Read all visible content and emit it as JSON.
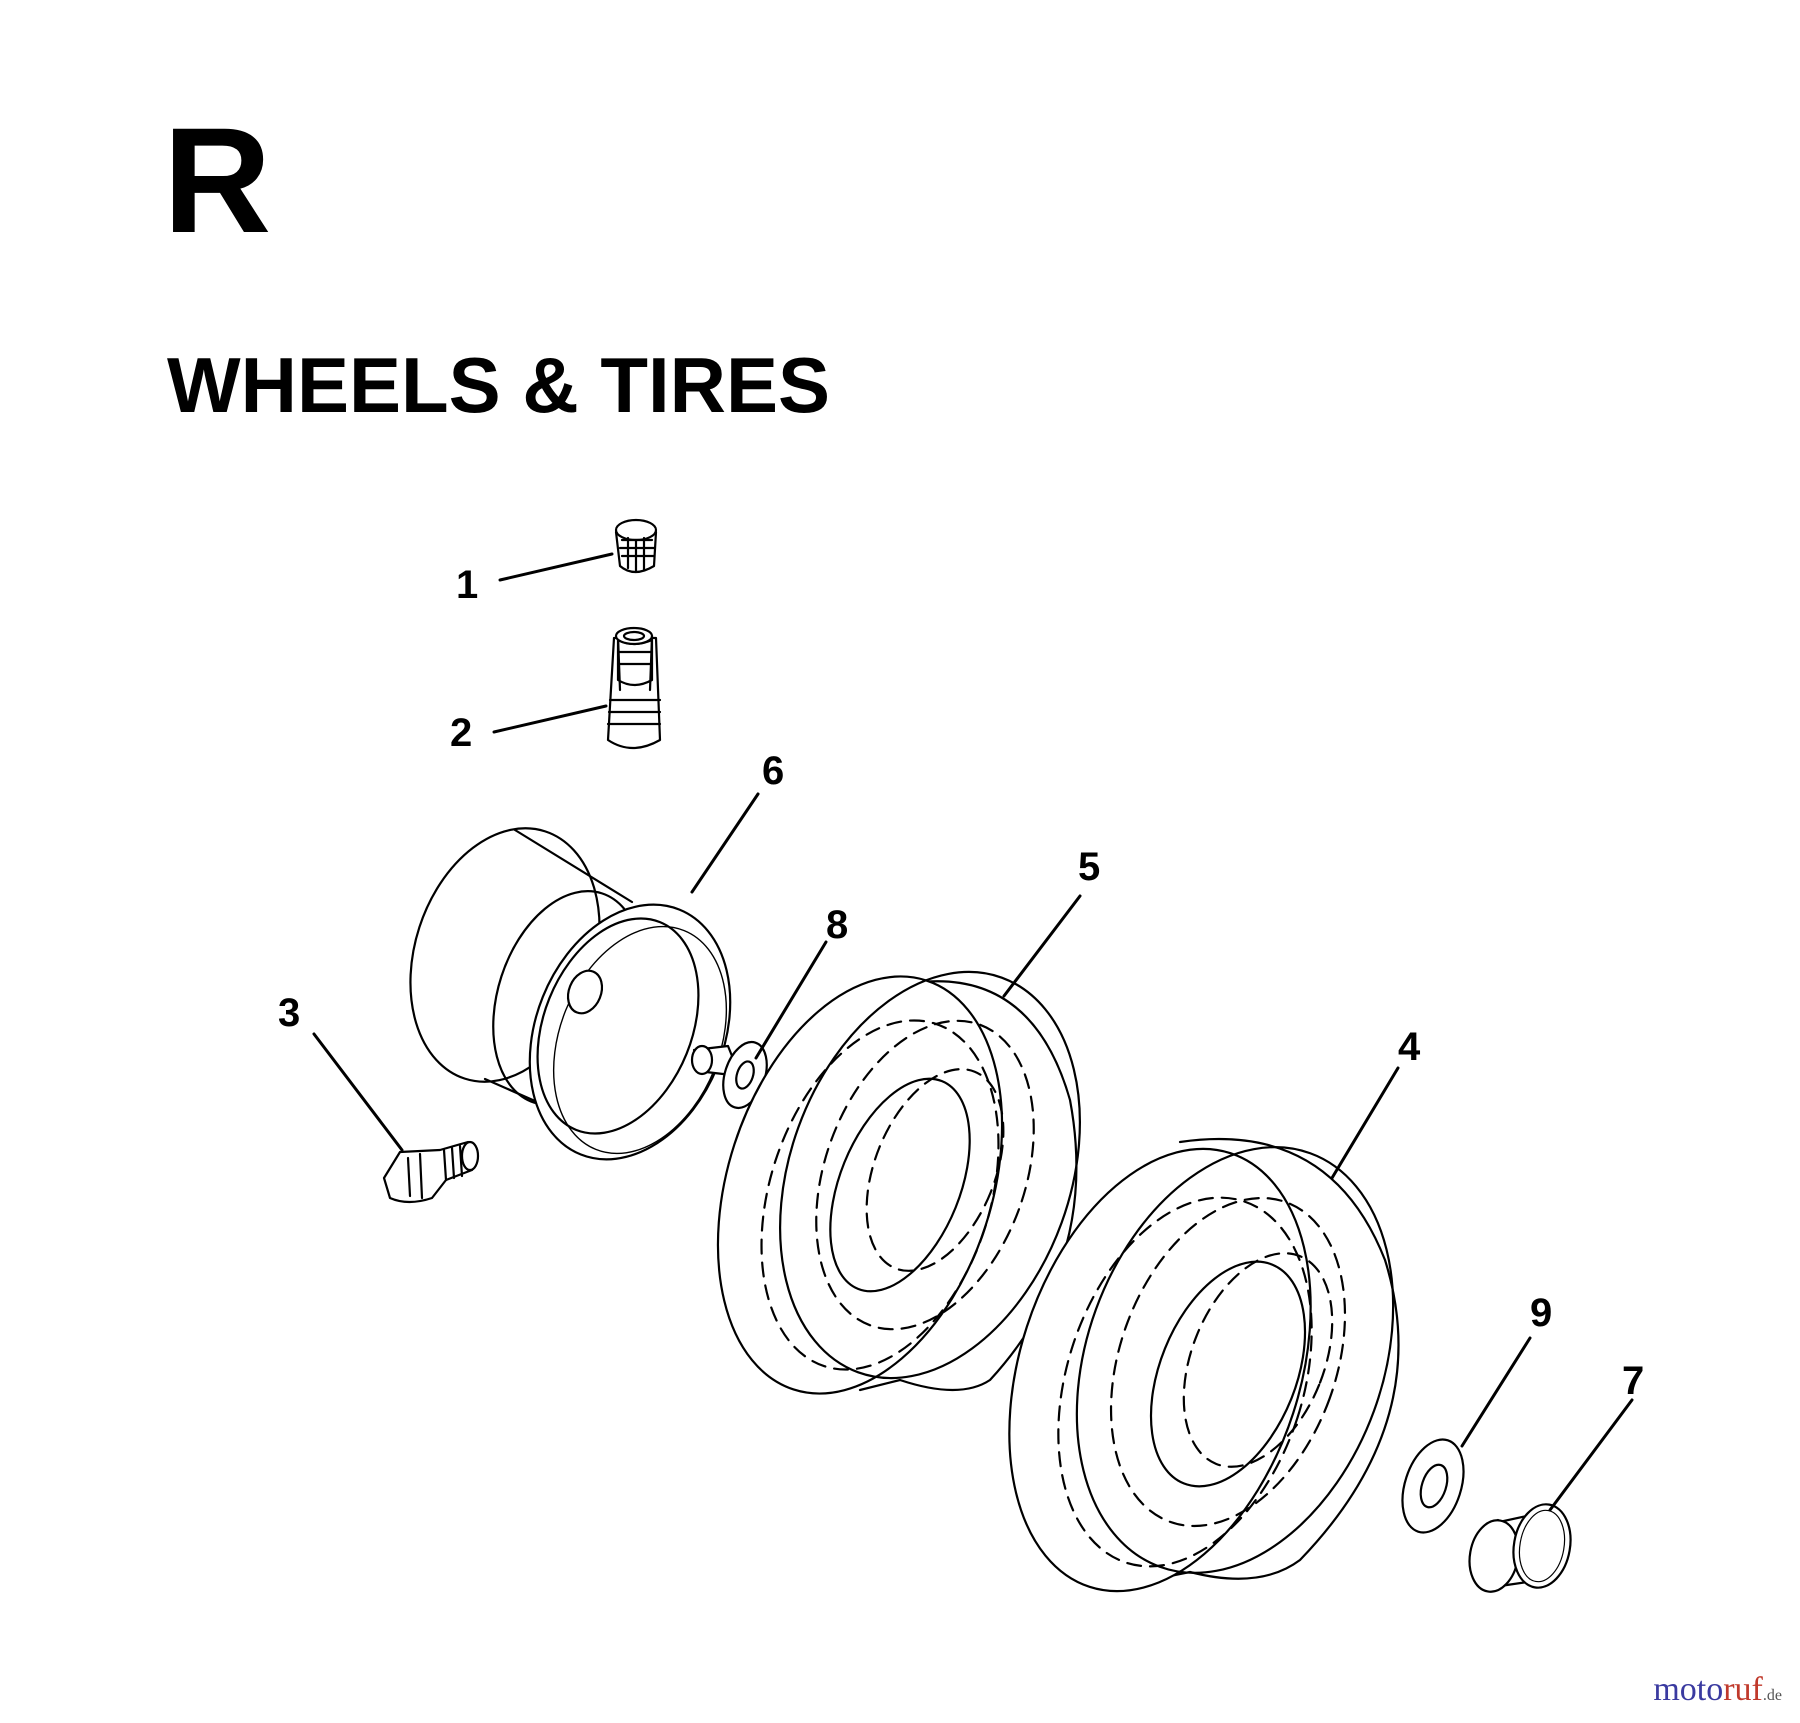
{
  "page": {
    "section_letter": "R",
    "section_title": "WHEELS & TIRES"
  },
  "callouts": [
    {
      "id": "1",
      "label": "1"
    },
    {
      "id": "2",
      "label": "2"
    },
    {
      "id": "3",
      "label": "3"
    },
    {
      "id": "4",
      "label": "4"
    },
    {
      "id": "5",
      "label": "5"
    },
    {
      "id": "6",
      "label": "6"
    },
    {
      "id": "7",
      "label": "7"
    },
    {
      "id": "8",
      "label": "8"
    },
    {
      "id": "9",
      "label": "9"
    }
  ],
  "watermark": {
    "prefix": "moto",
    "accent": "ruf",
    "tld": ".de"
  }
}
